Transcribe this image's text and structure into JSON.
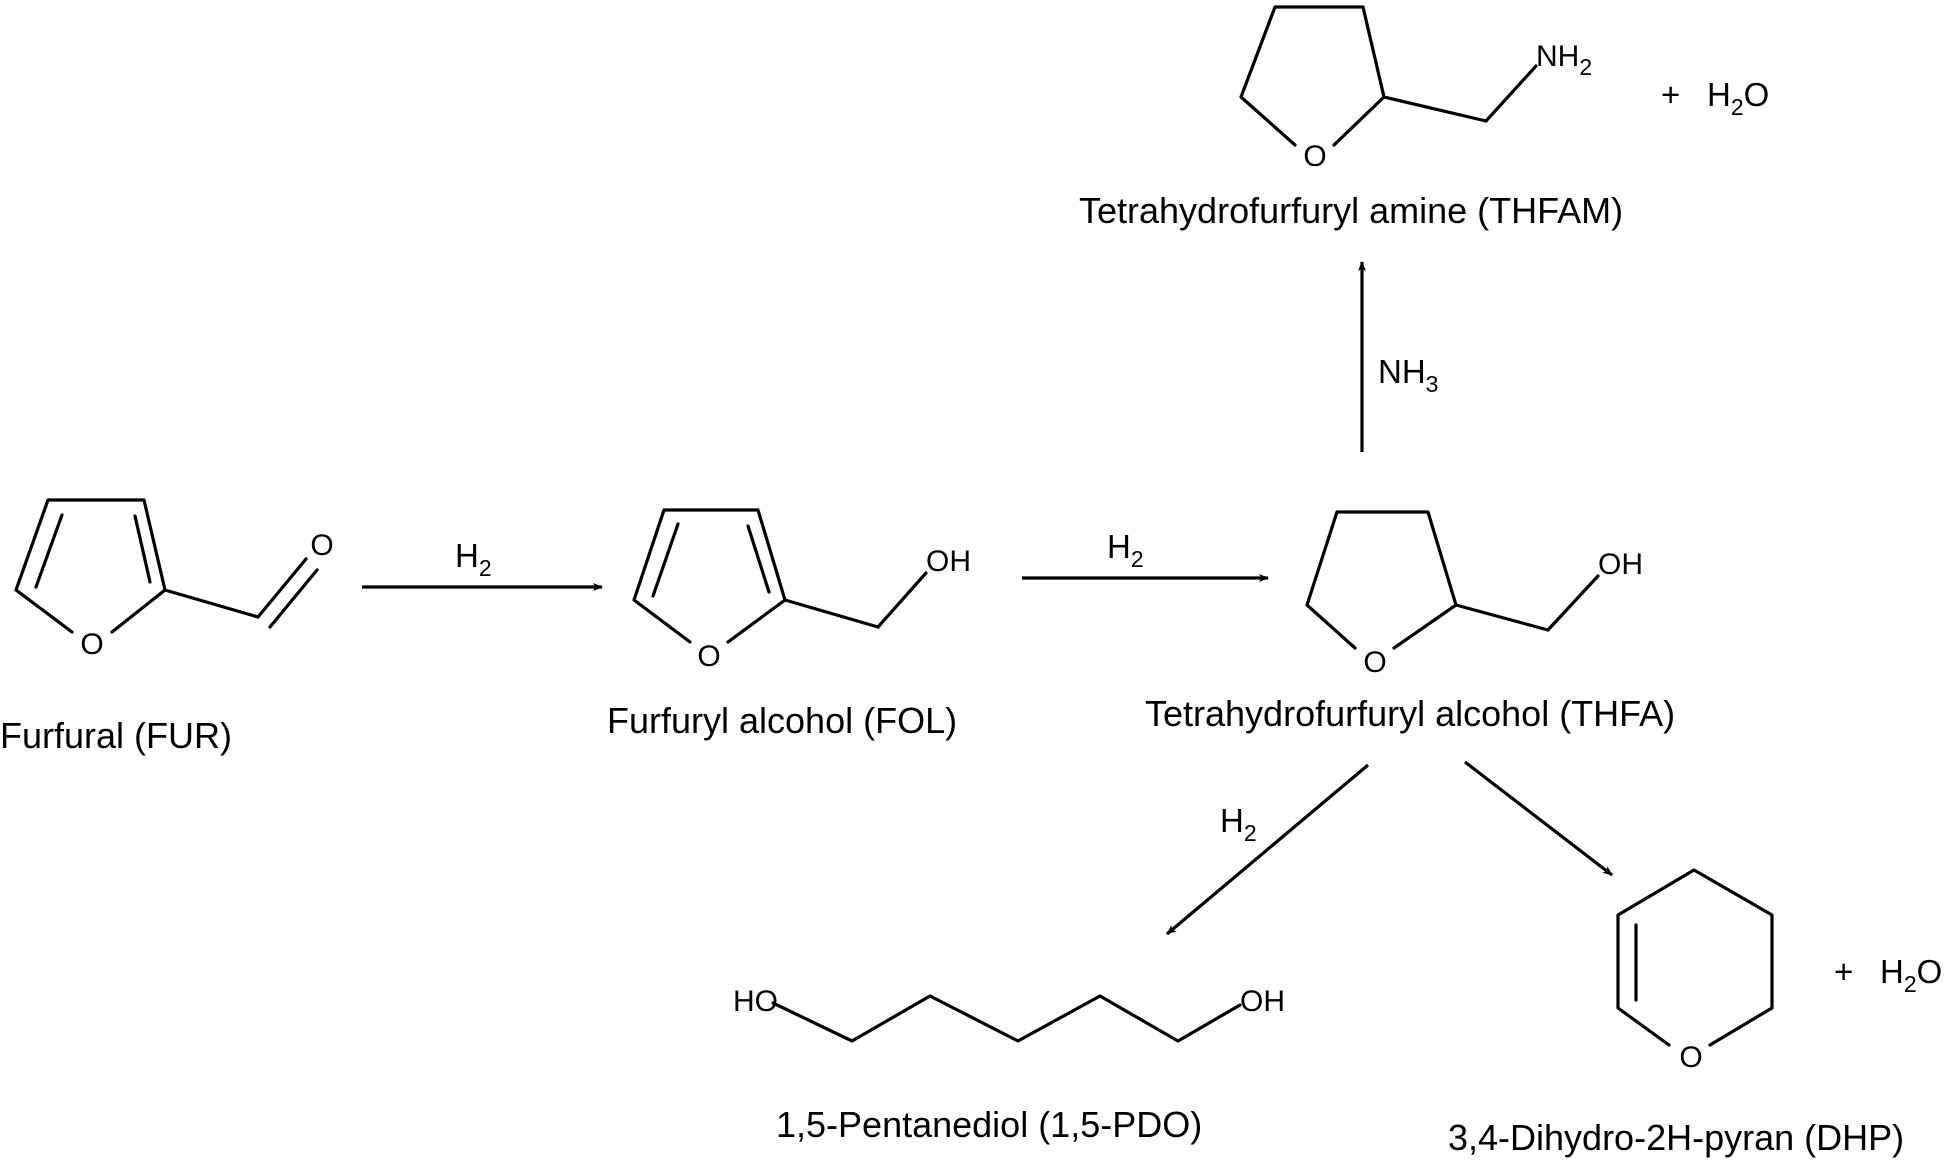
{
  "compounds": {
    "fur": {
      "name": "Furfural (FUR)",
      "o_ring": "O",
      "o_carbonyl": "O"
    },
    "fol": {
      "name": "Furfuryl alcohol (FOL)",
      "o_ring": "O",
      "oh": "OH"
    },
    "thfa": {
      "name": "Tetrahydrofurfuryl alcohol (THFA)",
      "o_ring": "O",
      "oh": "OH"
    },
    "thfam": {
      "name": "Tetrahydrofurfuryl amine (THFAM)",
      "o_ring": "O",
      "nh2_main": "NH",
      "nh2_sub": "2"
    },
    "pdo": {
      "name": "1,5-Pentanediol (1,5-PDO)",
      "ho_left": "HO",
      "oh_right": "OH"
    },
    "dhp": {
      "name": "3,4-Dihydro-2H-pyran (DHP)",
      "o_ring": "O"
    }
  },
  "reagents": {
    "h2_main": "H",
    "h2_sub": "2",
    "nh3_main": "NH",
    "nh3_sub": "3"
  },
  "byproducts": {
    "plus": "+",
    "water_h": "H",
    "water_sub": "2",
    "water_o": "O"
  }
}
